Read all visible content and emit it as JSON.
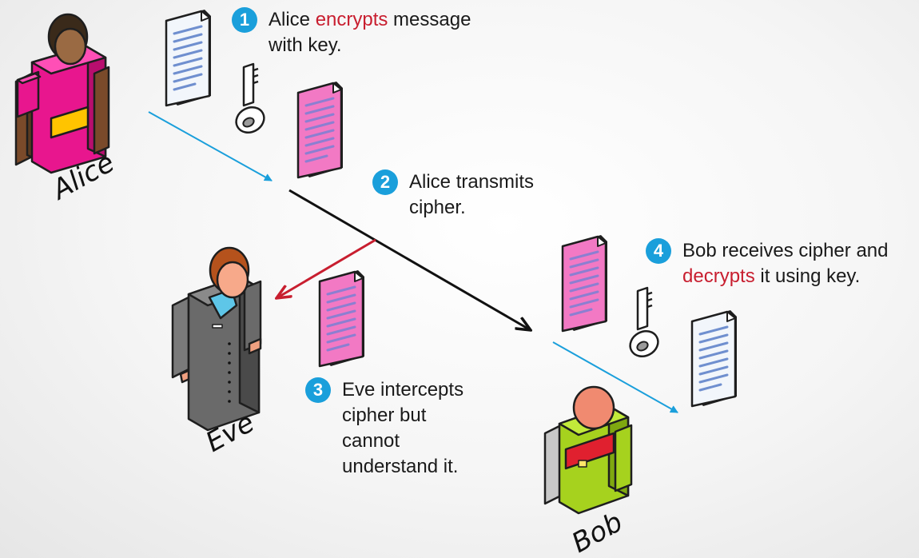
{
  "actors": {
    "alice": "Alice",
    "eve": "Eve",
    "bob": "Bob"
  },
  "steps": [
    {
      "number": "1",
      "pre": "Alice ",
      "highlight": "encrypts",
      "post": " message",
      "line2": "with key."
    },
    {
      "number": "2",
      "line1": "Alice transmits",
      "line2": "cipher."
    },
    {
      "number": "3",
      "line1": "Eve intercepts",
      "line2": "cipher but",
      "line3": "cannot",
      "line4": "understand it."
    },
    {
      "number": "4",
      "line1": "Bob receives cipher and",
      "highlight": "decrypts",
      "post": " it using key."
    }
  ],
  "colors": {
    "badge": "#1a9fdb",
    "highlight_text": "#c81e2f",
    "alice_path": "#1a9fdb",
    "transmit_path": "#111111",
    "intercept_path": "#c81e2f",
    "alice_shirt": "#e8168e",
    "eve_suit": "#6a6a6a",
    "bob_shirt": "#a6d21e",
    "plain_document": "#f2f6fb",
    "cipher_document": "#f279c4"
  },
  "icons": [
    "document-icon",
    "cipher-document-icon",
    "key-icon"
  ]
}
